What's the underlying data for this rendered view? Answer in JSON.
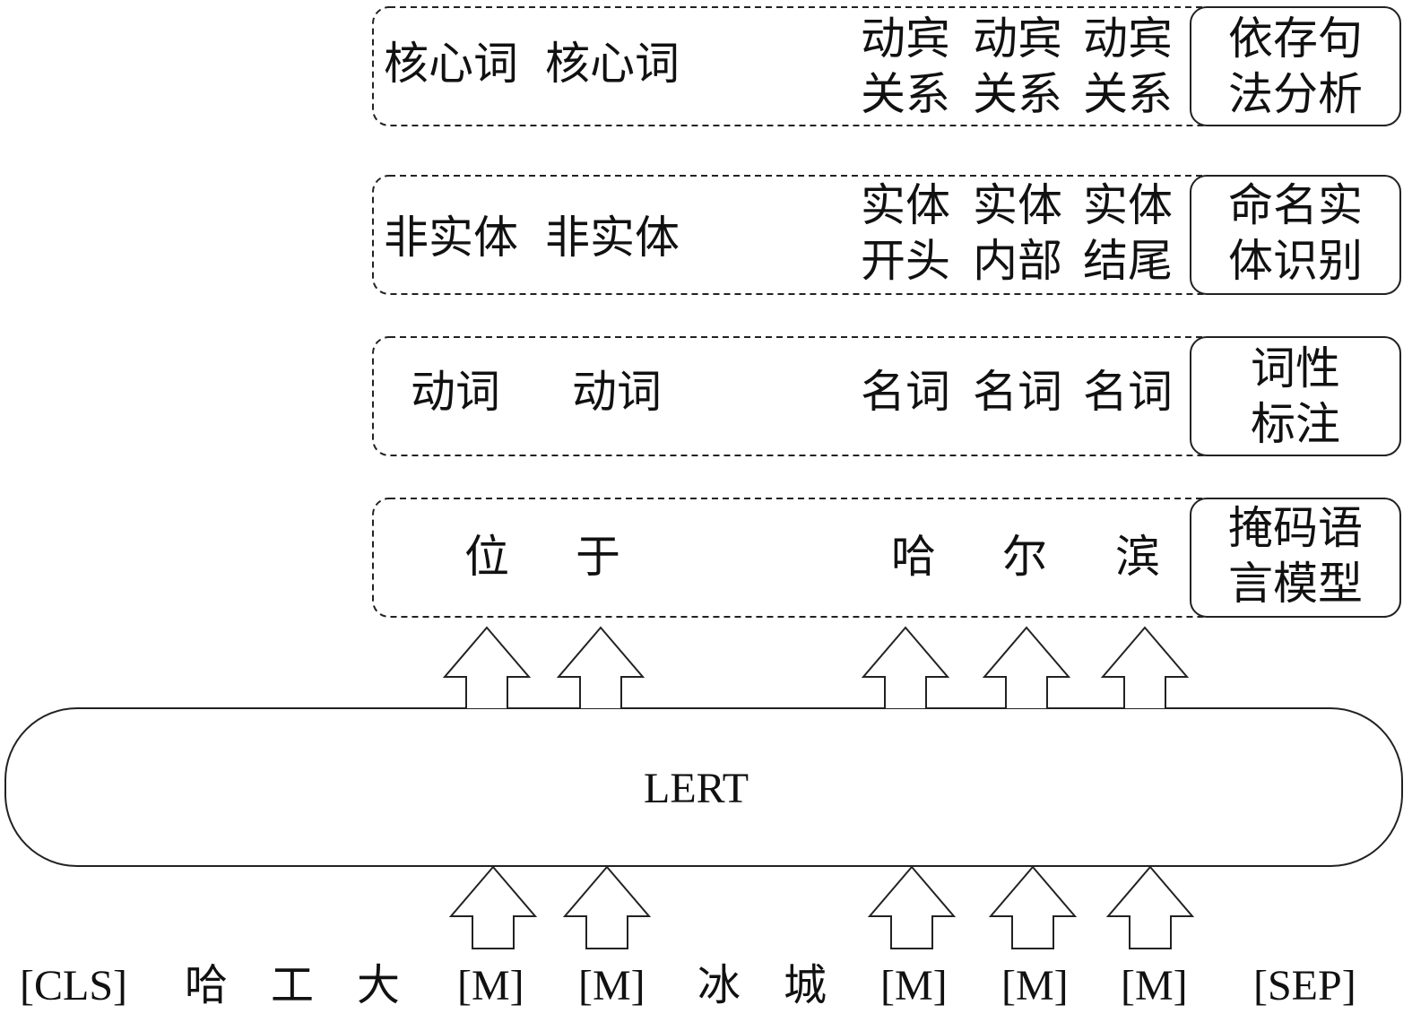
{
  "model": {
    "name": "LERT"
  },
  "input_tokens": [
    "[CLS]",
    "哈",
    "工",
    "大",
    "[M]",
    "[M]",
    "冰",
    "城",
    "[M]",
    "[M]",
    "[M]",
    "[SEP]"
  ],
  "tasks": {
    "mlm": {
      "label_line1": "掩码语",
      "label_line2": "言模型",
      "predictions": [
        "位",
        "于",
        "哈",
        "尔",
        "滨"
      ]
    },
    "pos": {
      "label_line1": "词性",
      "label_line2": "标注",
      "tags": [
        "动词",
        "动词",
        "名词",
        "名词",
        "名词"
      ]
    },
    "ner": {
      "label_line1": "命名实",
      "label_line2": "体识别",
      "tags_left": [
        "非实体",
        "非实体"
      ],
      "tags_right": [
        {
          "line1": "实体",
          "line2": "开头"
        },
        {
          "line1": "实体",
          "line2": "内部"
        },
        {
          "line1": "实体",
          "line2": "结尾"
        }
      ]
    },
    "dep": {
      "label_line1": "依存句",
      "label_line2": "法分析",
      "tags_left": [
        "核心词",
        "核心词"
      ],
      "tags_right": [
        {
          "line1": "动宾",
          "line2": "关系"
        },
        {
          "line1": "动宾",
          "line2": "关系"
        },
        {
          "line1": "动宾",
          "line2": "关系"
        }
      ]
    }
  }
}
